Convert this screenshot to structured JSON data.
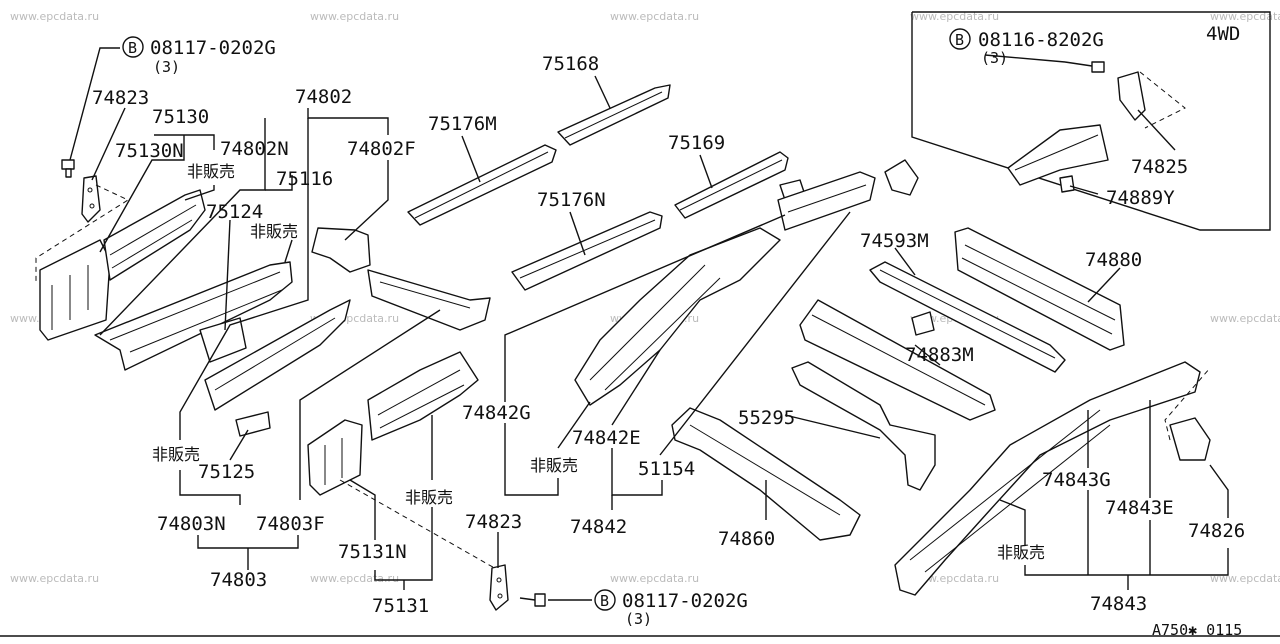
{
  "watermark": "www.epcdata.ru",
  "diagram_id": "A750✱ 0115",
  "insets": {
    "four_wd": "4WD"
  },
  "bolts": {
    "top_left": {
      "symbol": "B",
      "code": "08117-0202G",
      "qty": "(3)"
    },
    "top_right": {
      "symbol": "B",
      "code": "08116-8202G",
      "qty": "(3)"
    },
    "bottom": {
      "symbol": "B",
      "code": "08117-0202G",
      "qty": "(3)"
    }
  },
  "labels": {
    "p74823_top": "74823",
    "p75130": "75130",
    "p75130N": "75130N",
    "p74802": "74802",
    "p74802N": "74802N",
    "p74802F": "74802F",
    "p75116": "75116",
    "p75124": "75124",
    "p75125": "75125",
    "p74803N": "74803N",
    "p74803F": "74803F",
    "p74803": "74803",
    "p75131N": "75131N",
    "p75131": "75131",
    "p74823_bottom": "74823",
    "p75168": "75168",
    "p75176M": "75176M",
    "p75176N": "75176N",
    "p75169": "75169",
    "p74842G": "74842G",
    "p74842E": "74842E",
    "p74842": "74842",
    "p51154": "51154",
    "p74860": "74860",
    "p55295": "55295",
    "p74593M": "74593M",
    "p74880": "74880",
    "p74883M": "74883M",
    "p74825": "74825",
    "p74889Y": "74889Y",
    "p74843G": "74843G",
    "p74843E": "74843E",
    "p74826": "74826",
    "p74843": "74843"
  },
  "not_for_sale": {
    "n1": "非販売",
    "n2": "非販売",
    "n3": "非販売",
    "n4": "非販売",
    "n5": "非販売",
    "n6": "非販売"
  }
}
